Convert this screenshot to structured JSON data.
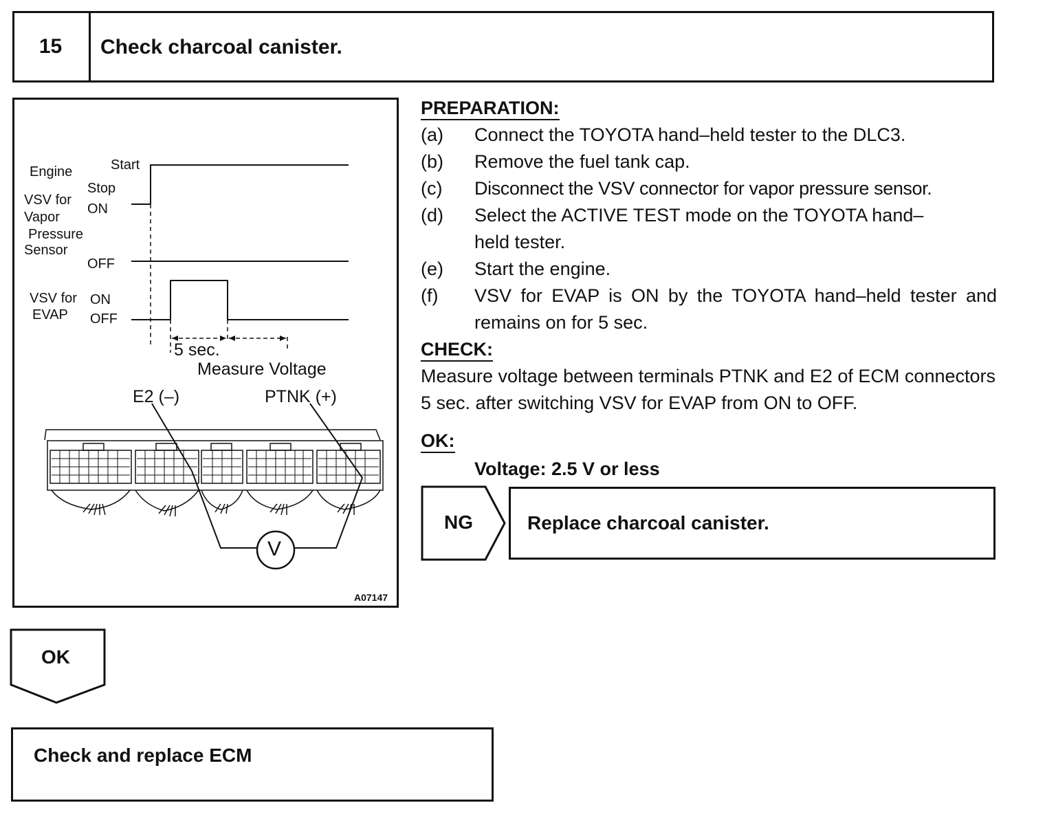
{
  "step": {
    "number": "15",
    "title": "Check charcoal canister."
  },
  "figure": {
    "engine_label": "Engine",
    "start_label": "Start",
    "stop_label": "Stop",
    "vsv_vapor_label": [
      "VSV for",
      "Vapor",
      "Pressure",
      "Sensor"
    ],
    "on_label": "ON",
    "off_label": "OFF",
    "vsv_evap_label": [
      "VSV for",
      "EVAP"
    ],
    "evap_on_label": "ON",
    "evap_off_label": "OFF",
    "duration_label": "5 sec.",
    "measure_label": "Measure Voltage",
    "e2_label": "E2 (–)",
    "ptnk_label": "PTNK (+)",
    "meter_symbol": "V",
    "figure_id": "A07147"
  },
  "preparation": {
    "heading": "PREPARATION:",
    "items": [
      {
        "mark": "(a)",
        "text": "Connect the TOYOTA hand–held tester to the DLC3."
      },
      {
        "mark": "(b)",
        "text": "Remove the fuel tank cap."
      },
      {
        "mark": "(c)",
        "text": "Disconnect the VSV connector for vapor pressure sensor."
      },
      {
        "mark": "(d)",
        "text": "Select the ACTIVE TEST mode on the TOYOTA hand–held tester."
      },
      {
        "mark": "(e)",
        "text": "Start the engine."
      },
      {
        "mark": "(f)",
        "text": "VSV for EVAP is ON by the TOYOTA hand–held tester and remains on for 5 sec."
      }
    ]
  },
  "check": {
    "heading": "CHECK:",
    "text": "Measure voltage between terminals PTNK and E2 of ECM connectors 5 sec. after switching VSV for EVAP from ON to OFF."
  },
  "ok_spec": {
    "heading": "OK:",
    "spec": "Voltage:  2.5 V or less"
  },
  "ng_branch": {
    "label": "NG",
    "action": "Replace charcoal canister."
  },
  "ok_branch": {
    "label": "OK",
    "action": "Check and replace ECM"
  }
}
